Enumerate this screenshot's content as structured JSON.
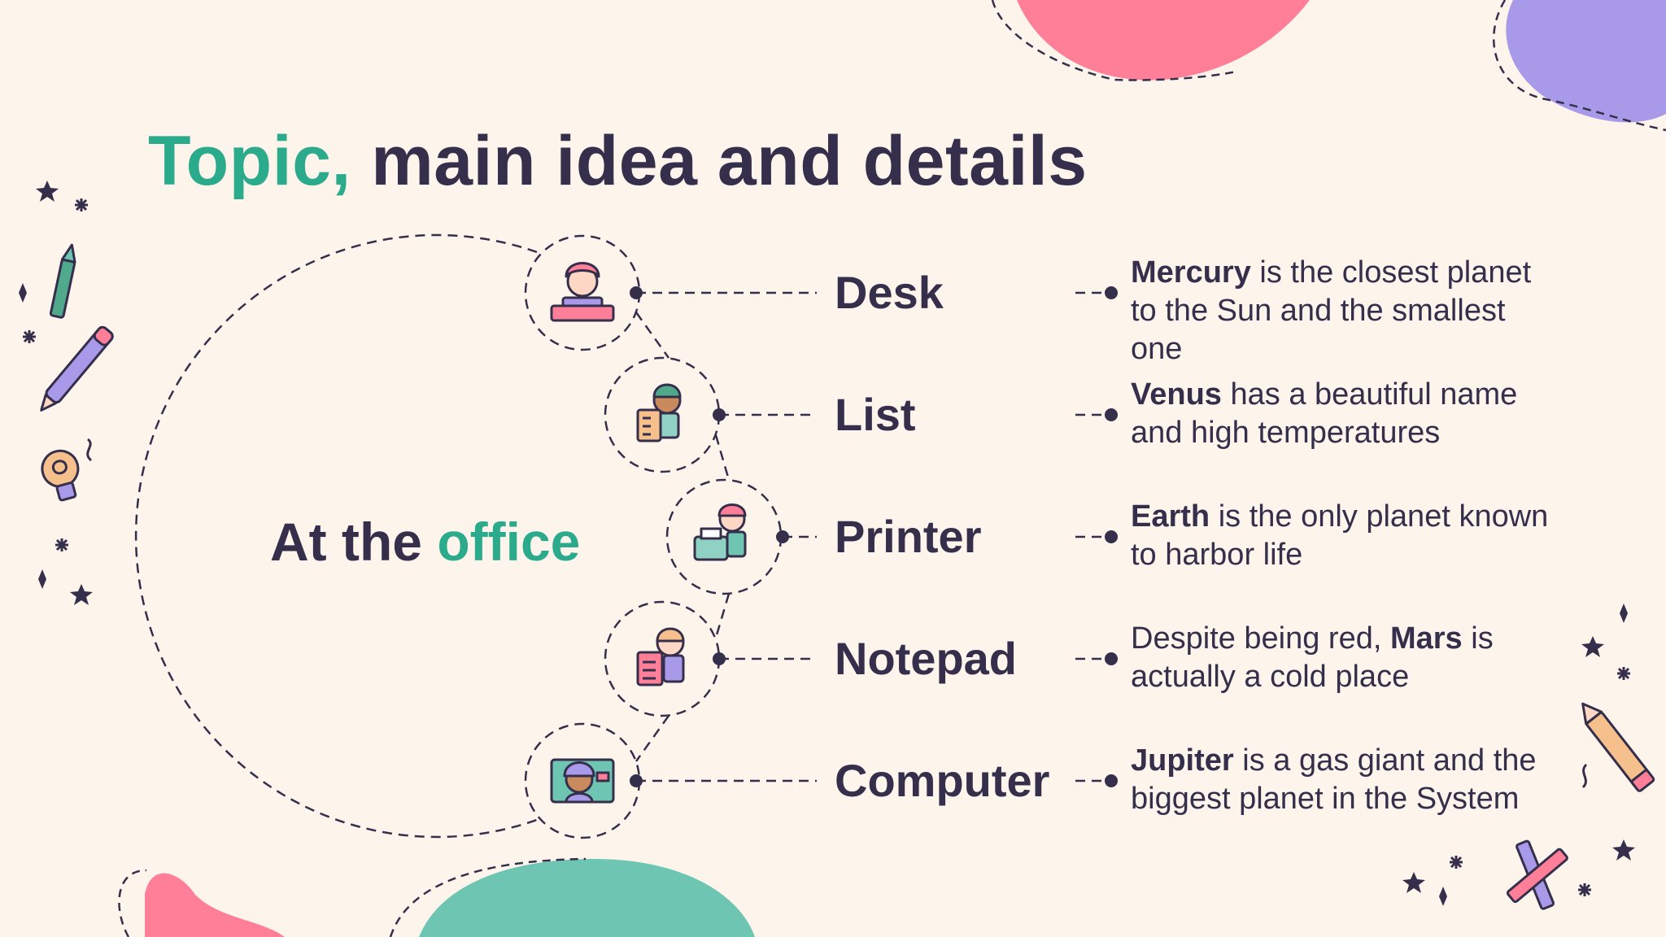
{
  "title": {
    "highlight": "Topic,",
    "rest": "main idea and details"
  },
  "center": {
    "prefix": "At the",
    "highlight": "office"
  },
  "items": [
    {
      "label": "Desk",
      "icon": "person-at-desk-icon",
      "desc": {
        "pre": "",
        "bold": "Mercury",
        "post": " is the closest planet to the Sun and the smallest one"
      }
    },
    {
      "label": "List",
      "icon": "person-with-checklist-icon",
      "desc": {
        "pre": "",
        "bold": "Venus",
        "post": " has a beautiful name and high temperatures"
      }
    },
    {
      "label": "Printer",
      "icon": "person-with-printer-icon",
      "desc": {
        "pre": "",
        "bold": "Earth",
        "post": " is the only planet known to harbor life"
      }
    },
    {
      "label": "Notepad",
      "icon": "person-with-clipboard-icon",
      "desc": {
        "pre": "Despite being red, ",
        "bold": "Mars",
        "post": " is actually a cold place"
      }
    },
    {
      "label": "Computer",
      "icon": "person-on-computer-screen-icon",
      "desc": {
        "pre": "",
        "bold": "Jupiter",
        "post": " is a gas giant and the biggest planet in the System"
      }
    }
  ],
  "colors": {
    "background": "#fdf5ec",
    "text": "#352f4b",
    "accent_green": "#2bab8c",
    "blob_pink": "#ff7f98",
    "blob_purple": "#a89ae9",
    "blob_teal": "#6ec5b2"
  },
  "decorations": [
    "crayon-icon",
    "pen-icon",
    "lightbulb-icon",
    "pencil-icon",
    "crossed-crayons-icon",
    "star-icon",
    "sparkle-icon"
  ]
}
